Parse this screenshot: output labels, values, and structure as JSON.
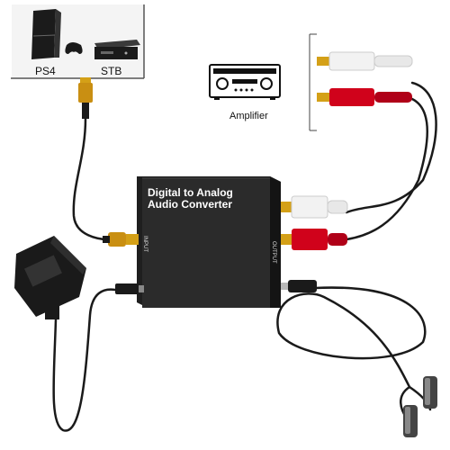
{
  "labels": {
    "ps4": "PS4",
    "stb": "STB",
    "amplifier": "Amplifier",
    "title_line1": "Digital to Analog",
    "title_line2": "Audio Converter",
    "input_port": "INPUT",
    "output_port": "OUTPUT"
  },
  "colors": {
    "cable": "#1a1a1a",
    "converter_body": "#2b2b2b",
    "rca_red": "#d0021b",
    "rca_white": "#f2f2f2",
    "rca_gold": "#d4a017"
  },
  "icons": [
    "ps4-console-icon",
    "gamepad-icon",
    "set-top-box-icon",
    "amplifier-icon",
    "power-adapter-icon",
    "earphones-icon"
  ]
}
